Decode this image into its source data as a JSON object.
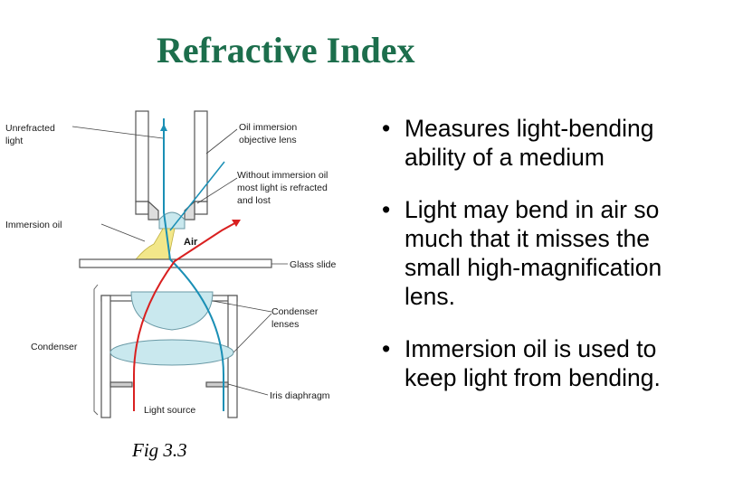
{
  "title": "Refractive Index",
  "bullets": [
    {
      "lines": [
        "Measures light-bending",
        "ability of a medium"
      ]
    },
    {
      "lines": [
        "Light may bend in air so",
        "much that it misses the",
        "small high-magnification",
        "lens."
      ]
    },
    {
      "lines": [
        "Immersion oil is used to",
        "keep light from bending."
      ]
    }
  ],
  "bullet_symbol": "•",
  "diagram": {
    "labels": {
      "unrefracted": [
        "Unrefracted",
        "light"
      ],
      "oil_objective": [
        "Oil immersion",
        "objective lens"
      ],
      "without_oil": [
        "Without immersion oil",
        "most light is refracted",
        "and lost"
      ],
      "immersion_oil": "Immersion oil",
      "air": "Air",
      "glass_slide": "Glass slide",
      "condenser_lenses": [
        "Condenser",
        "lenses"
      ],
      "condenser": "Condenser",
      "iris": "Iris diaphragm",
      "light_source": "Light source"
    },
    "colors": {
      "blue_ray": "#1a8fb5",
      "red_ray": "#d92020",
      "lens_fill": "#c9e8ee",
      "oil_fill": "#f2e78a",
      "title": "#1c6e4c"
    }
  },
  "caption": "Fig 3.3"
}
